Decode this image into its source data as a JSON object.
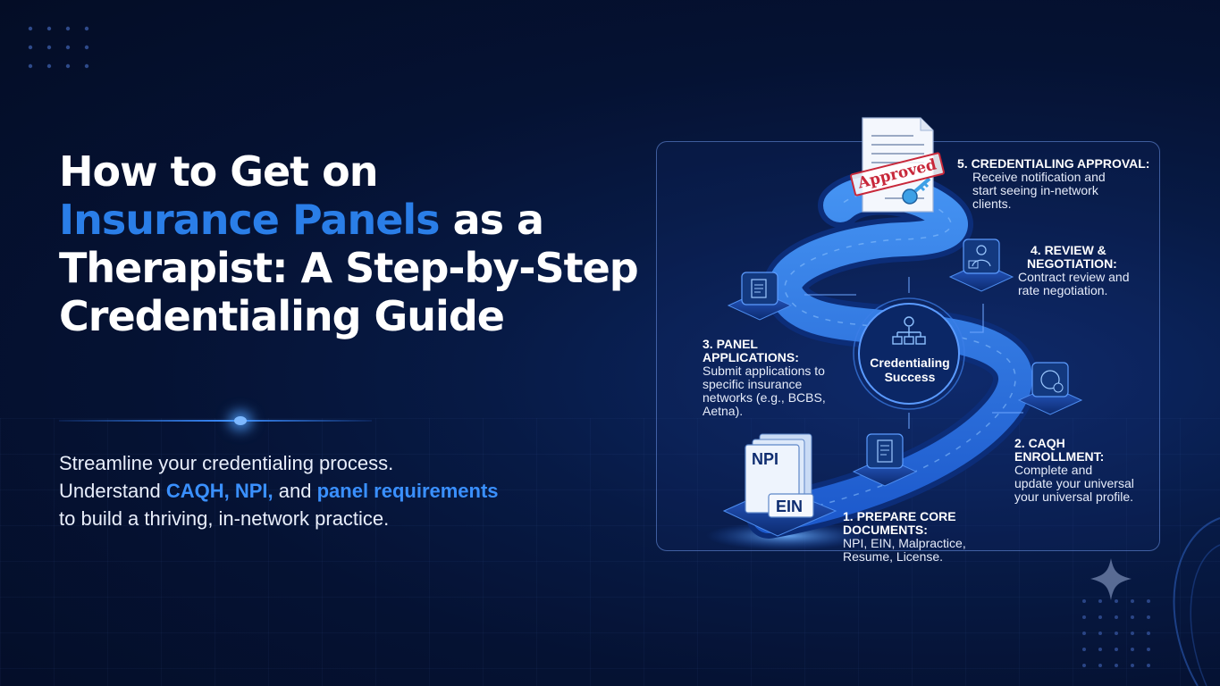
{
  "headline": {
    "line1": "How to Get on",
    "accent": "Insurance Panels",
    "line2_rest": " as a",
    "line3": "Therapist: A Step-by-Step",
    "line4": "Credentialing Guide"
  },
  "subtext": {
    "line1": "Streamline your credentialing process.",
    "line2_prefix": "Understand ",
    "caqh_npi": "CAQH, NPI,",
    "and_word": " and ",
    "panel_req": "panel requirements",
    "line3": "to build a thriving, in-network practice."
  },
  "diagram": {
    "center": {
      "line1": "Credentialing",
      "line2": "Success"
    },
    "stamp": "Approved",
    "docs": {
      "npi": "NPI",
      "ein": "EIN"
    },
    "steps": [
      {
        "title": "1. PREPARE CORE",
        "title2": "DOCUMENTS:",
        "desc1": "NPI, EIN, Malpractice,",
        "desc2": "Resume, License."
      },
      {
        "title": "2. CAQH",
        "title2": "ENROLLMENT:",
        "desc1": "Complete and",
        "desc2": "update your universal",
        "desc3": "your universal profile."
      },
      {
        "title": "3. PANEL",
        "title2": "APPLICATIONS:",
        "desc1": "Submit applications to",
        "desc2": "specific insurance",
        "desc3": "networks (e.g., BCBS,",
        "desc4": "Aetna)."
      },
      {
        "title": "4. REVIEW &",
        "title2": "NEGOTIATION:",
        "desc1": "Contract review and",
        "desc2": "rate negotiation."
      },
      {
        "title": "5. CREDENTIALING APPROVAL:",
        "desc1": "Receive notification and",
        "desc2": "start seeing in-network",
        "desc3": "clients."
      }
    ]
  },
  "colors": {
    "accent": "#2a7ee8",
    "background": "#051233",
    "stamp": "#c8283a"
  }
}
